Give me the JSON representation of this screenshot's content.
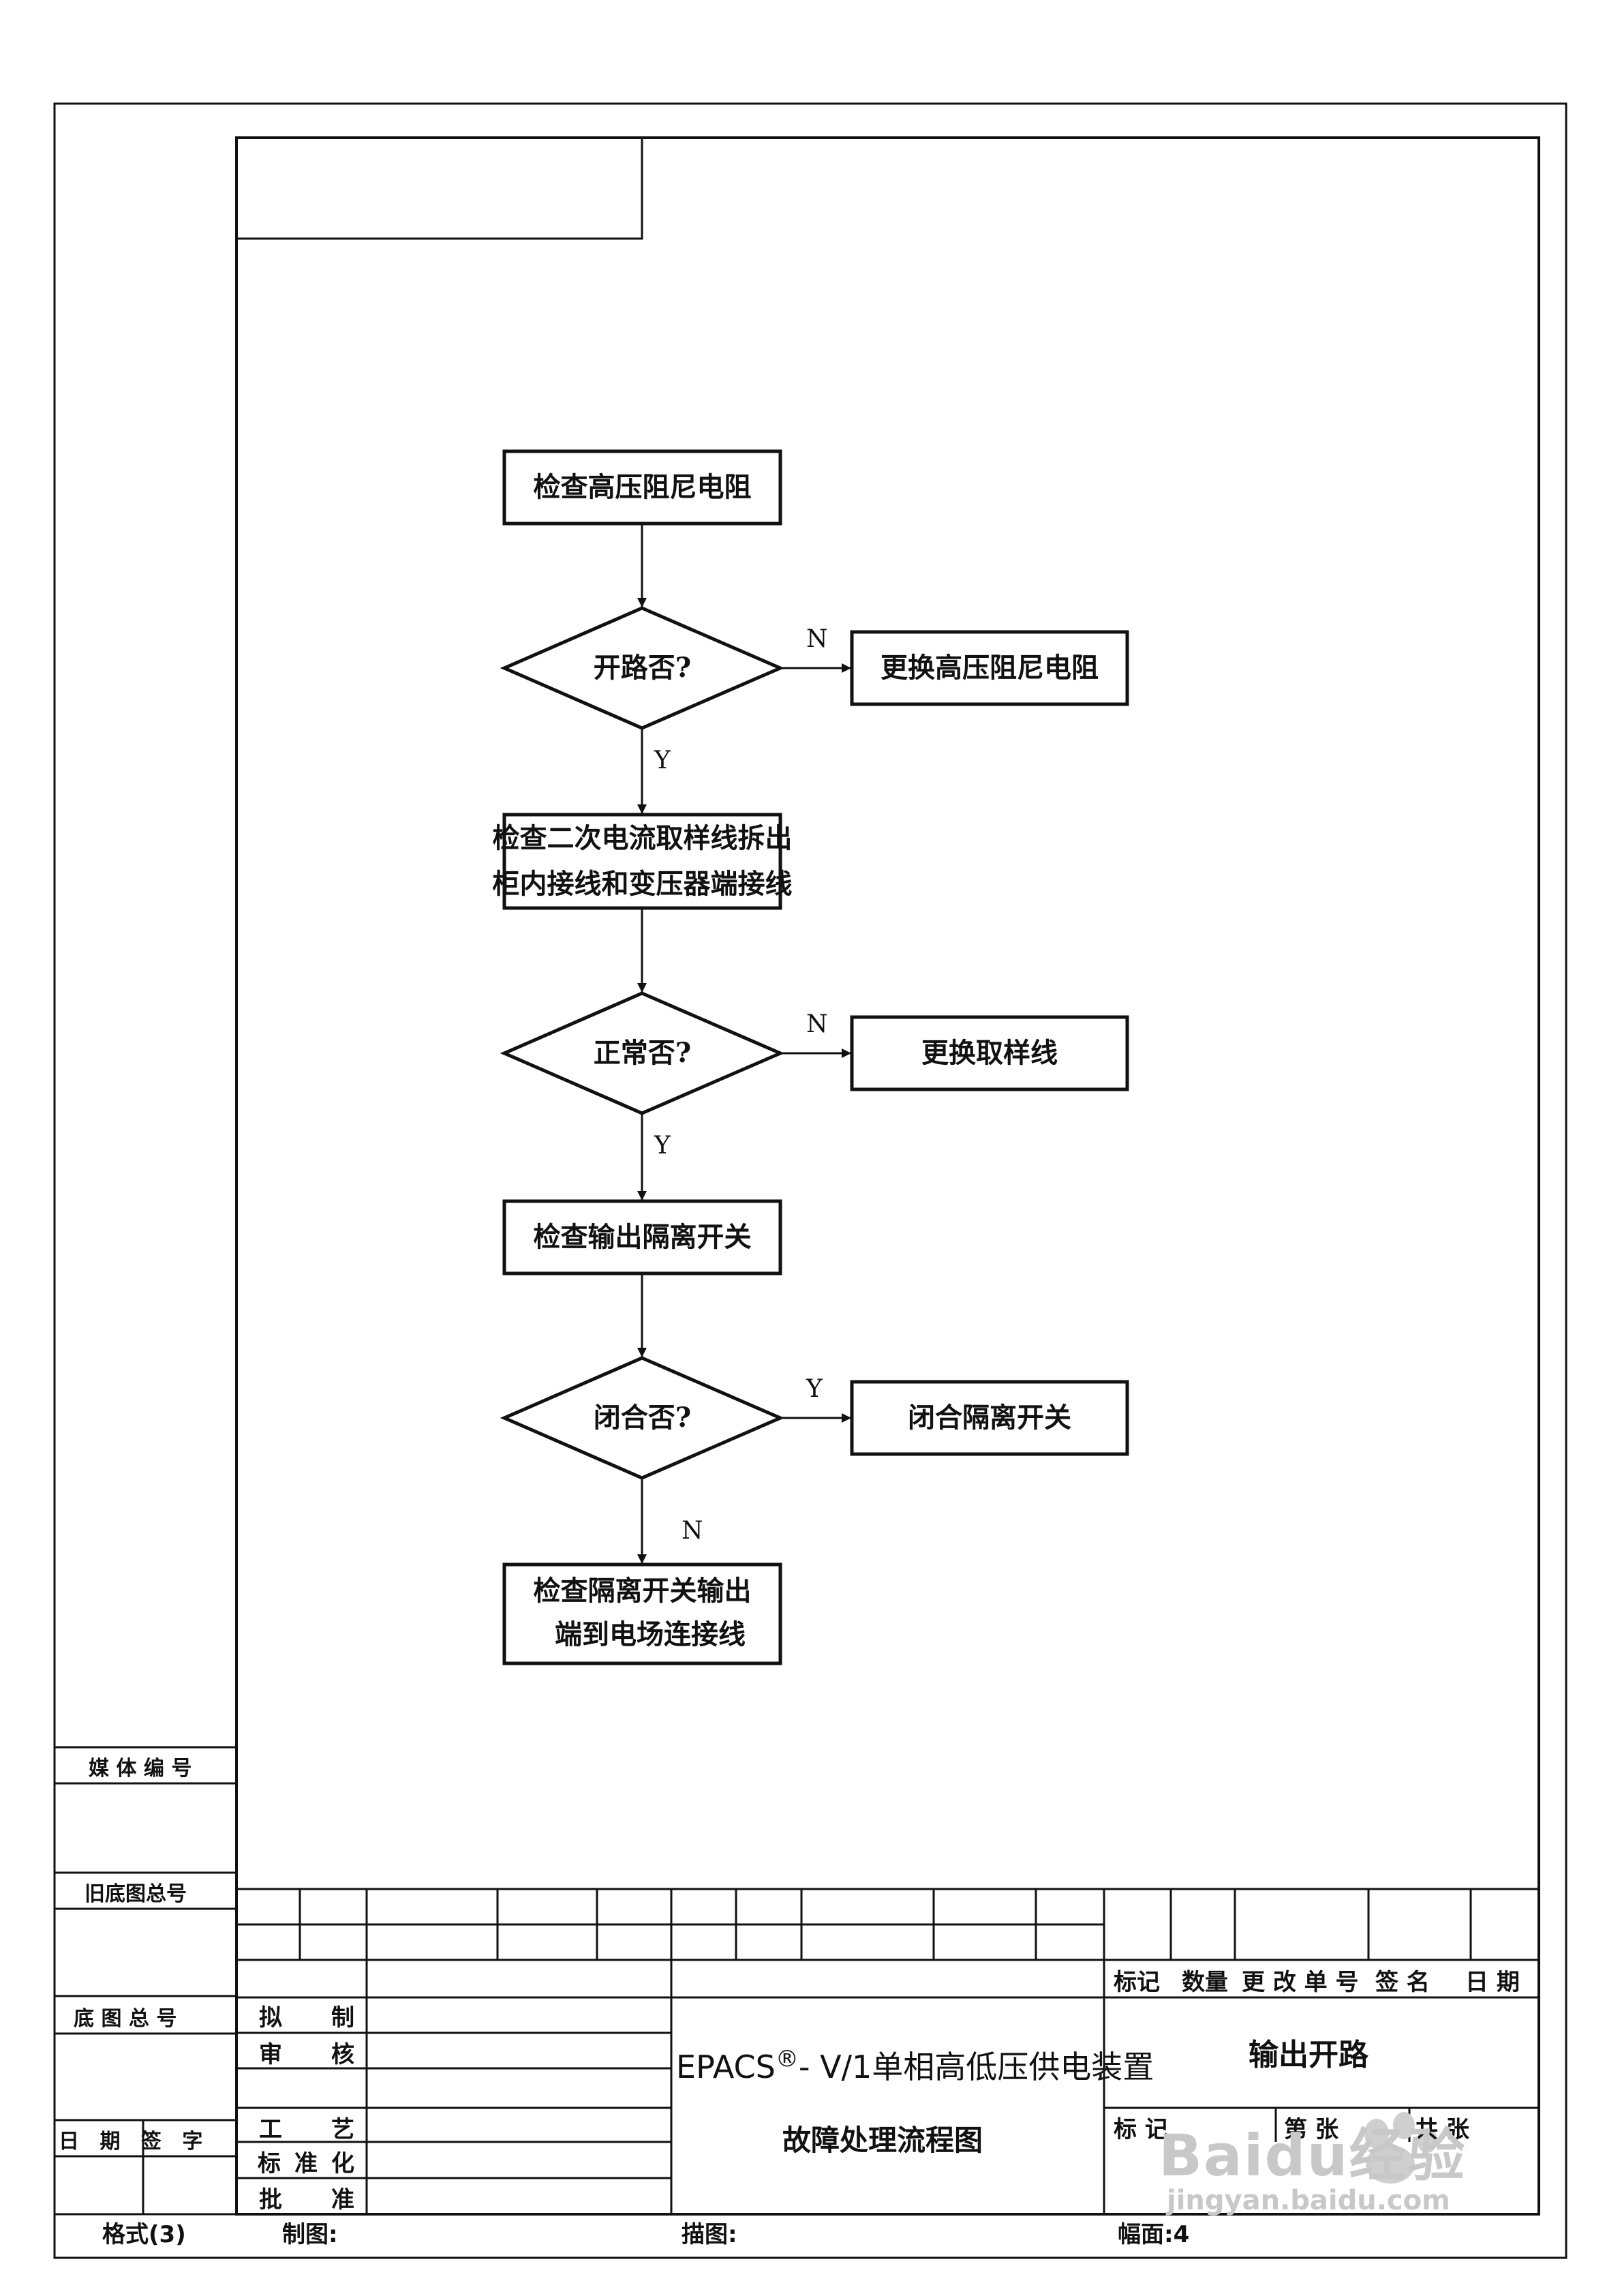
{
  "flowchart": {
    "step1": "检查高压阻尼电阻",
    "decision1": "开路否?",
    "action1": "更换高压阻尼电阻",
    "step2_line1": "检查二次电流取样线拆出",
    "step2_line2": "柜内接线和变压器端接线",
    "decision2": "正常否?",
    "action2": "更换取样线",
    "step3": "检查输出隔离开关",
    "decision3": "闭合否?",
    "action3": "闭合隔离开关",
    "step4_line1": "检查隔离开关输出",
    "step4_line2": "端到电场连接线",
    "labels": {
      "d1_no": "N",
      "d1_yes": "Y",
      "d2_no": "N",
      "d2_yes": "Y",
      "d3_yes": "Y",
      "d3_no": "N"
    }
  },
  "left_column": {
    "media_no": "媒 体 编 号",
    "old_base_total": "旧底图总号",
    "base_total": "底 图 总 号",
    "date_sign": "日 期 签 字"
  },
  "title_block": {
    "drafted": [
      "拟",
      "制"
    ],
    "reviewed": [
      "审",
      "核"
    ],
    "process": [
      "工",
      "艺"
    ],
    "standard": [
      "标",
      "准",
      "化"
    ],
    "approved": [
      "批",
      "准"
    ],
    "product_title_a": "EPACS",
    "product_title_reg": "®",
    "product_title_b": "- V/1单相高低压供电装置",
    "doc_title": "故障处理流程图",
    "drawing_name": "输出开路",
    "rev_mark": "标记",
    "rev_qty": "数量",
    "rev_change": "更 改 单 号",
    "rev_sign": "签  名",
    "rev_date": "日  期",
    "mark": "标  记",
    "sheet_no": "第   张",
    "sheet_total": "共   张"
  },
  "footer": {
    "format": "格式(3)",
    "drawn": "制图:",
    "traced": "描图:",
    "size": "幅面:4"
  },
  "watermark": {
    "text": "Baidu经验",
    "url": "jingyan.baidu.com"
  }
}
